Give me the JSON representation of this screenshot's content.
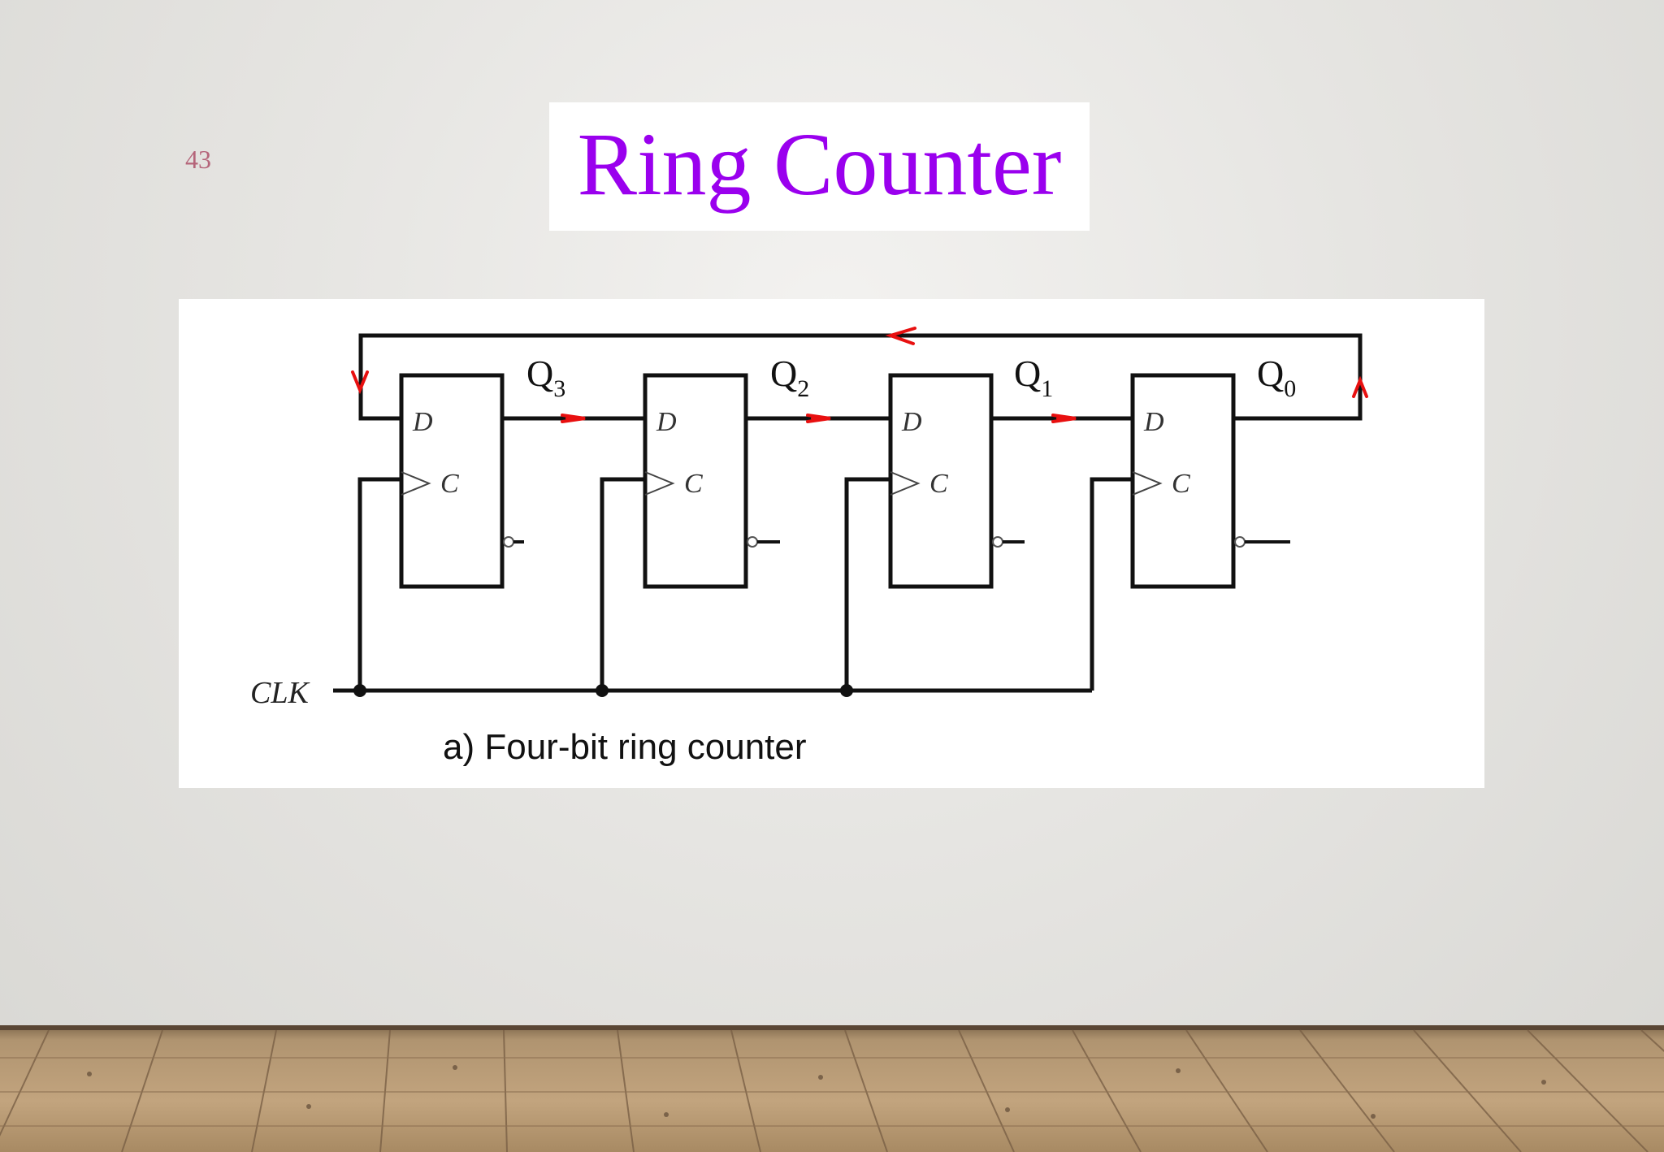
{
  "slide": {
    "number": "43",
    "title": "Ring Counter"
  },
  "diagram": {
    "outputs": [
      {
        "main": "Q",
        "sub": "3"
      },
      {
        "main": "Q",
        "sub": "2"
      },
      {
        "main": "Q",
        "sub": "1"
      },
      {
        "main": "Q",
        "sub": "0"
      }
    ],
    "ff_input_label": "D",
    "ff_clock_label": "C",
    "clock_label": "CLK",
    "caption": "a) Four-bit ring counter",
    "annotation_color": "#e81010",
    "wire_color": "#111111"
  }
}
